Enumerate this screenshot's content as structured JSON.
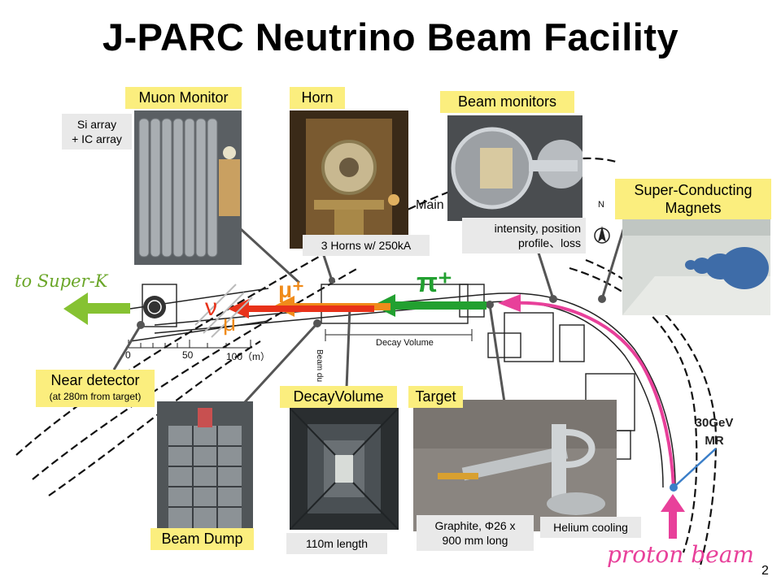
{
  "title": "J-PARC Neutrino Beam Facility",
  "labels": {
    "muon_monitor": "Muon Monitor",
    "horn": "Horn",
    "beam_monitors": "Beam monitors",
    "sc_magnets_line1": "Super-Conducting",
    "sc_magnets_line2": "Magnets",
    "near_detector": "Near detector",
    "near_detector_sub": "(at 280m from target)",
    "decay_volume": "DecayVolume",
    "target": "Target",
    "beam_dump": "Beam Dump"
  },
  "notes": {
    "si_array_line1": "Si array",
    "si_array_line2": "+ IC array",
    "horns": "3 Horns w/ 250kA",
    "monitor_line1": "intensity, position",
    "monitor_line2": "profile、loss",
    "length": "110m length",
    "graphite_line1": "Graphite, Φ26 x",
    "graphite_line2": "900 mm long",
    "helium": "Helium cooling"
  },
  "map": {
    "to_superk": "to Super-K",
    "proton_beam": "proton beam",
    "mr_line1": "30GeV",
    "mr_line2": "MR",
    "main": "Main",
    "north": "N",
    "decay_volume_dim": "Decay Volume",
    "beam_dump_vert": "Beam du",
    "scale_0": "0",
    "scale_50": "50",
    "scale_100": "100（m）",
    "pi_plus": "π⁺",
    "mu_plus": "μ⁺",
    "nu": "ν",
    "mu": "μ"
  },
  "colors": {
    "label_yellow": "#fbee7e",
    "note_gray": "#e9e9e9",
    "pion_arrow": "#22a030",
    "muon_arrow": "#f08b1a",
    "neutrino_arrow": "#e8321a",
    "proton_pink": "#e8409a",
    "superk_green": "#86c232",
    "mr_blue": "#3a7ec8"
  },
  "page_number": "2"
}
